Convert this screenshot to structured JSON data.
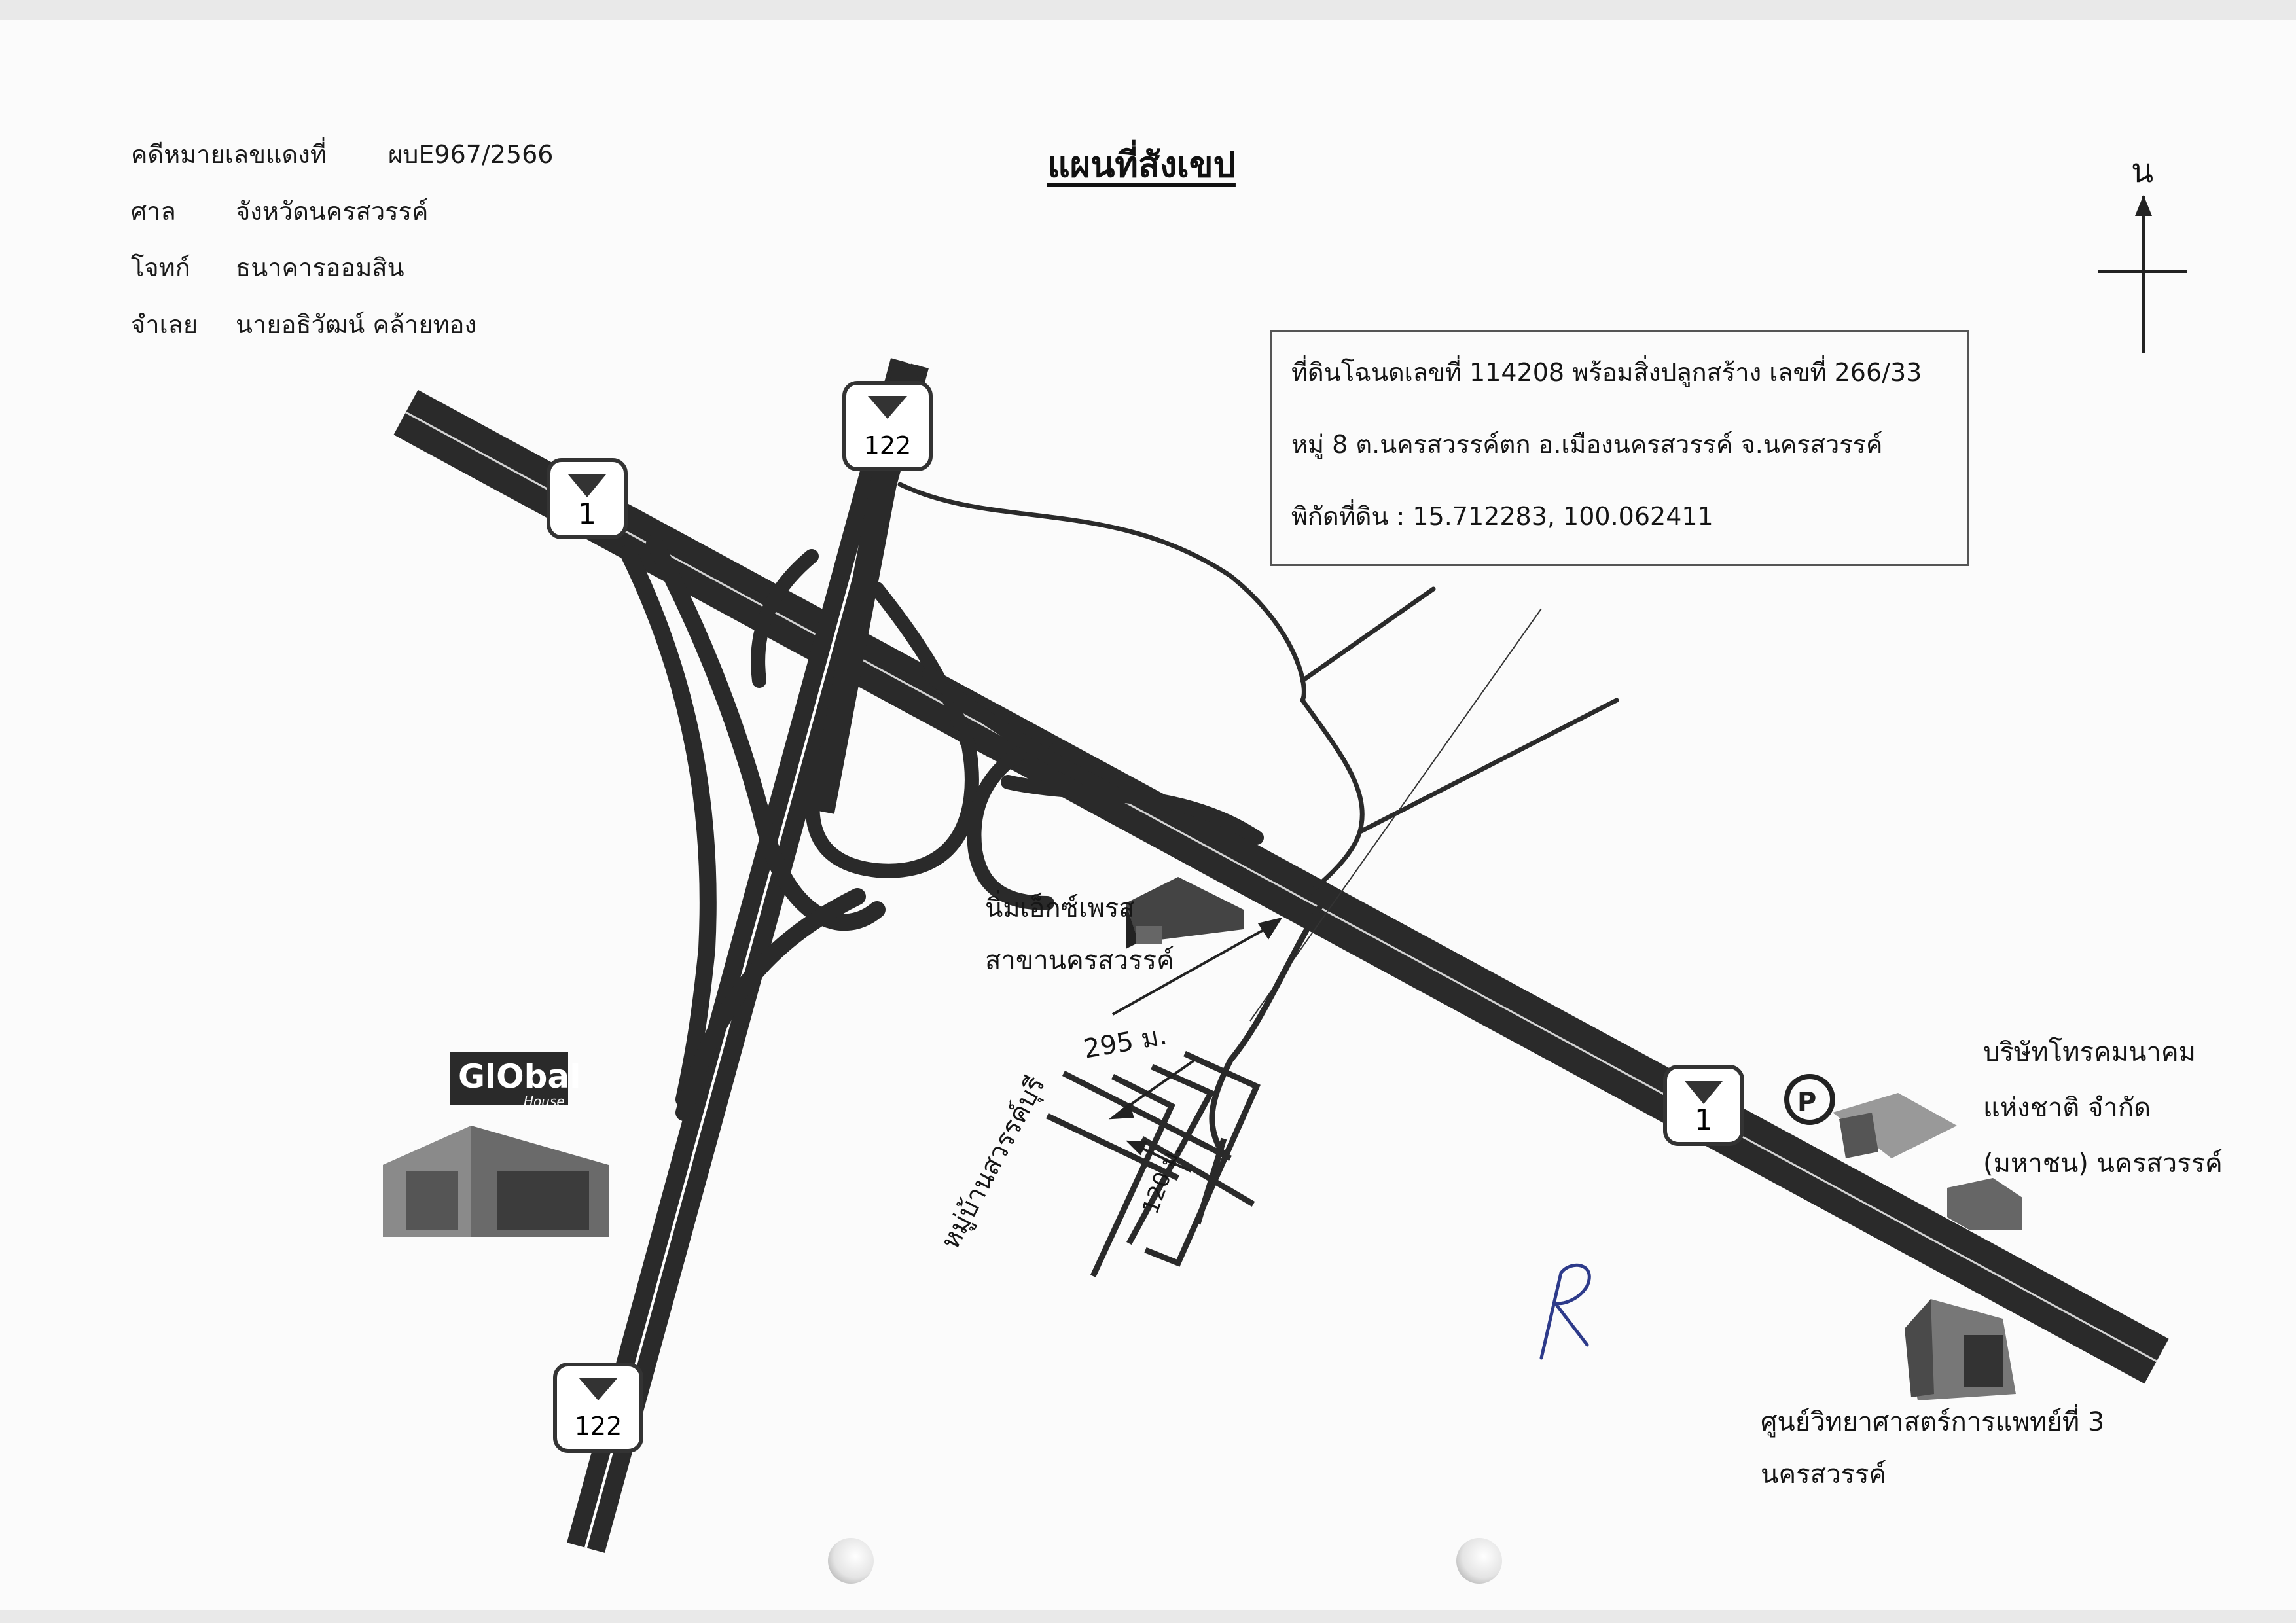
{
  "header": {
    "case_label": "คดีหมายเลขแดงที่",
    "case_number": "ผบE967/2566",
    "court_label": "ศาล",
    "court_value": "จังหวัดนครสวรรค์",
    "plaintiff_label": "โจทก์",
    "plaintiff_value": "ธนาคารออมสิน",
    "defendant_label": "จำเลย",
    "defendant_value": "นายอธิวัฒน์  คล้ายทอง"
  },
  "title": "แผนที่สังเขป",
  "north": "น",
  "info_box": {
    "line1": "ที่ดินโฉนดเลขที่ 114208 พร้อมสิ่งปลูกสร้าง เลขที่ 266/33",
    "line2": "หมู่ 8  ต.นครสวรรค์ตก  อ.เมืองนครสวรรค์  จ.นครสวรรค์",
    "line3": "พิกัดที่ดิน : 15.712283, 100.062411"
  },
  "road_shields": {
    "hw1_top": "1",
    "hw122_top": "122",
    "hw1_right": "1",
    "hw122_bottom": "122"
  },
  "landmarks": {
    "niemexpress_line1": "นิ่มเอ็กซ์เพรส",
    "niemexpress_line2": "สาขานครสวรรค์",
    "global_house_logo": "GlObal",
    "global_house_sub": "House",
    "tot_line1": "บริษัทโทรคมนาคม",
    "tot_line2": "แห่งชาติ จำกัด",
    "tot_line3": "(มหาชน) นครสวรรค์",
    "science_line1": "ศูนย์วิทยาศาสตร์การแพทย์ที่ 3",
    "science_line2": "นครสวรรค์",
    "village": "หมู่บ้านสวรรค์บุรี"
  },
  "distances": {
    "d1": "295 ม.",
    "d2": "120 ม."
  },
  "annotation_mark": "R"
}
